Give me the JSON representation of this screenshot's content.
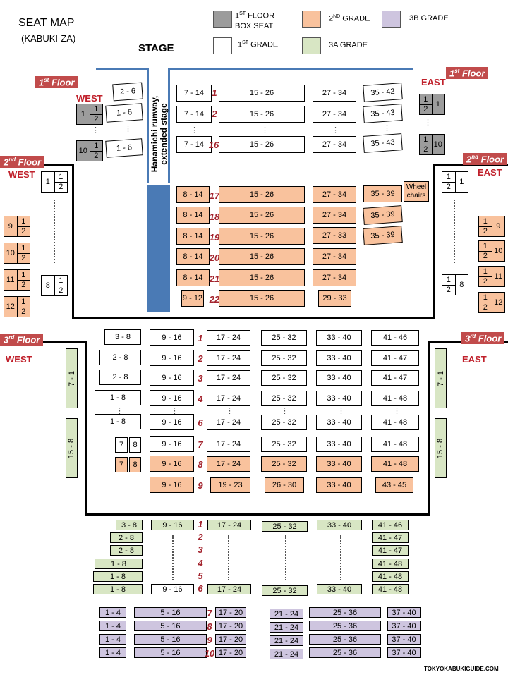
{
  "header": {
    "title": "SEAT MAP",
    "subtitle": "(KABUKI-ZA)",
    "stage": "STAGE",
    "runway": "Hanamichi runway, extended stage",
    "footer": "TOKYOKABUKIGUIDE.COM"
  },
  "legend": {
    "box_seat_a": "1",
    "box_seat_sup": "ST",
    "box_seat_b": " FLOOR",
    "box_seat_c": "BOX SEAT",
    "first_a": "1",
    "first_sup": "ST",
    "first_b": " GRADE",
    "second_a": "2",
    "second_sup": "ND",
    "second_b": " GRADE",
    "b3": "3B GRADE",
    "a3": "3A GRADE"
  },
  "colors": {
    "box": "#9c9c9c",
    "first": "#ffffff",
    "second": "#f9c29d",
    "a3": "#d8e6c4",
    "b3": "#cec5df",
    "label": "#c0202b",
    "tag": "#c14b4b",
    "runway": "#4a7ab5"
  },
  "floors": {
    "f1": "1",
    "f2": "2",
    "f3": "3",
    "sup1": "st",
    "sup2": "nd",
    "sup3": "rd",
    "word": " Floor"
  },
  "sides": {
    "west": "WEST",
    "east": "EAST"
  },
  "f1": {
    "center_rows": [
      {
        "row": "1",
        "left": "7 - 14",
        "mid": "15 - 26",
        "right": "27 - 34",
        "far": "35 - 42"
      },
      {
        "row": "2",
        "left": "7 - 14",
        "mid": "15 - 26",
        "right": "27 - 34",
        "far": "35 - 43"
      },
      {
        "row": "16",
        "left": "7 - 14",
        "mid": "15 - 26",
        "right": "27 - 34",
        "far": "35 - 43"
      }
    ],
    "west_blocks": [
      "2 - 6",
      "1 - 6",
      "1 - 6"
    ],
    "west_box": [
      {
        "n": "1",
        "a": "1",
        "b": "2"
      },
      {
        "n": "10",
        "a": "1",
        "b": "2"
      }
    ],
    "east_box": [
      {
        "n": "1",
        "a": "1",
        "b": "2"
      },
      {
        "n": "10",
        "a": "1",
        "b": "2"
      }
    ],
    "orange_rows": [
      {
        "row": "17",
        "left": "8 - 14",
        "mid": "15 - 26",
        "right": "27 - 34",
        "far": "35 - 39"
      },
      {
        "row": "18",
        "left": "8 - 14",
        "mid": "15 - 26",
        "right": "27 - 34",
        "far": "35 - 39"
      },
      {
        "row": "19",
        "left": "8 - 14",
        "mid": "15 - 26",
        "right": "27 - 33",
        "far": "35 - 39"
      },
      {
        "row": "20",
        "left": "8 - 14",
        "mid": "15 - 26",
        "right": "27 - 34"
      },
      {
        "row": "21",
        "left": "8 - 14",
        "mid": "15 - 26",
        "right": "27 - 34"
      },
      {
        "row": "22",
        "left": "9 - 12",
        "mid": "15 - 26",
        "right": "29 - 33"
      }
    ],
    "wheel_a": "Wheel",
    "wheel_b": "chairs"
  },
  "f2": {
    "west_white": [
      {
        "n": "1",
        "a": "1",
        "b": "2"
      },
      {
        "n": "8",
        "a": "1",
        "b": "2"
      }
    ],
    "west_orange": [
      {
        "n": "9",
        "a": "1",
        "b": "2"
      },
      {
        "n": "10",
        "a": "1",
        "b": "2"
      },
      {
        "n": "11",
        "a": "1",
        "b": "2"
      },
      {
        "n": "12",
        "a": "1",
        "b": "2"
      }
    ],
    "east_white": [
      {
        "n": "1",
        "a": "1",
        "b": "2"
      },
      {
        "n": "8",
        "a": "1",
        "b": "2"
      }
    ],
    "east_orange": [
      {
        "n": "9",
        "a": "1",
        "b": "2"
      },
      {
        "n": "10",
        "a": "1",
        "b": "2"
      },
      {
        "n": "11",
        "a": "1",
        "b": "2"
      },
      {
        "n": "12",
        "a": "1",
        "b": "2"
      }
    ]
  },
  "f3": {
    "side_top": "7 - 1",
    "side_bottom": "15 - 8",
    "rows": [
      {
        "row": "1",
        "a": "3 - 8",
        "b": "9 - 16",
        "c": "17 - 24",
        "d": "25 - 32",
        "e": "33 - 40",
        "f": "41 - 46"
      },
      {
        "row": "2",
        "a": "2 - 8",
        "b": "9 - 16",
        "c": "17 - 24",
        "d": "25 - 32",
        "e": "33 - 40",
        "f": "41 - 47"
      },
      {
        "row": "3",
        "a": "2 - 8",
        "b": "9 - 16",
        "c": "17 - 24",
        "d": "25 - 32",
        "e": "33 - 40",
        "f": "41 - 47"
      },
      {
        "row": "4",
        "a": "1 - 8",
        "b": "9 - 16",
        "c": "17 - 24",
        "d": "25 - 32",
        "e": "33 - 40",
        "f": "41 - 48"
      },
      {
        "row": "6",
        "a": "1 - 8",
        "b": "9 - 16",
        "c": "17 - 24",
        "d": "25 - 32",
        "e": "33 - 40",
        "f": "41 - 48"
      },
      {
        "row": "7",
        "a1": "7",
        "a2": "8",
        "b": "9 - 16",
        "c": "17 - 24",
        "d": "25 - 32",
        "e": "33 - 40",
        "f": "41 - 48"
      },
      {
        "row": "8",
        "a1": "7",
        "a2": "8",
        "b": "9 - 16",
        "c": "17 - 24",
        "d": "25 - 32",
        "e": "33 - 40",
        "f": "41 - 48"
      },
      {
        "row": "9",
        "b": "9 - 16",
        "c": "19 - 23",
        "d": "26 - 30",
        "e": "33 - 40",
        "f": "43 - 45"
      }
    ]
  },
  "a3": {
    "rows": [
      {
        "row": "1",
        "a": "3 - 8",
        "b": "9 - 16",
        "c": "17 - 24",
        "d": "25 - 32",
        "e": "33 - 40",
        "f": "41 - 46"
      },
      {
        "row": "2",
        "a": "2 - 8",
        "f": "41 - 47"
      },
      {
        "row": "3",
        "a": "2 - 8",
        "f": "41 - 47"
      },
      {
        "row": "4",
        "a": "1 - 8",
        "f": "41 - 48"
      },
      {
        "row": "5",
        "a": "1 - 8",
        "f": "41 - 48"
      },
      {
        "row": "6",
        "a": "1 - 8",
        "b": "9 - 16",
        "c": "17 - 24",
        "d": "25 - 32",
        "e": "33 - 40",
        "f": "41 - 48"
      }
    ]
  },
  "b3": {
    "rows": [
      {
        "row": "7",
        "a": "1 - 4",
        "b": "5 - 16",
        "c": "17 - 20",
        "d": "21 - 24",
        "e": "25 - 36",
        "f": "37 - 40"
      },
      {
        "row": "8",
        "a": "1 - 4",
        "b": "5 - 16",
        "c": "17 - 20",
        "d": "21 - 24",
        "e": "25 - 36",
        "f": "37 - 40"
      },
      {
        "row": "9",
        "a": "1 - 4",
        "b": "5 - 16",
        "c": "17 - 20",
        "d": "21 - 24",
        "e": "25 - 36",
        "f": "37 - 40"
      },
      {
        "row": "10",
        "a": "1 - 4",
        "b": "5 - 16",
        "c": "17 - 20",
        "d": "21 - 24",
        "e": "25 - 36",
        "f": "37 - 40"
      }
    ]
  }
}
